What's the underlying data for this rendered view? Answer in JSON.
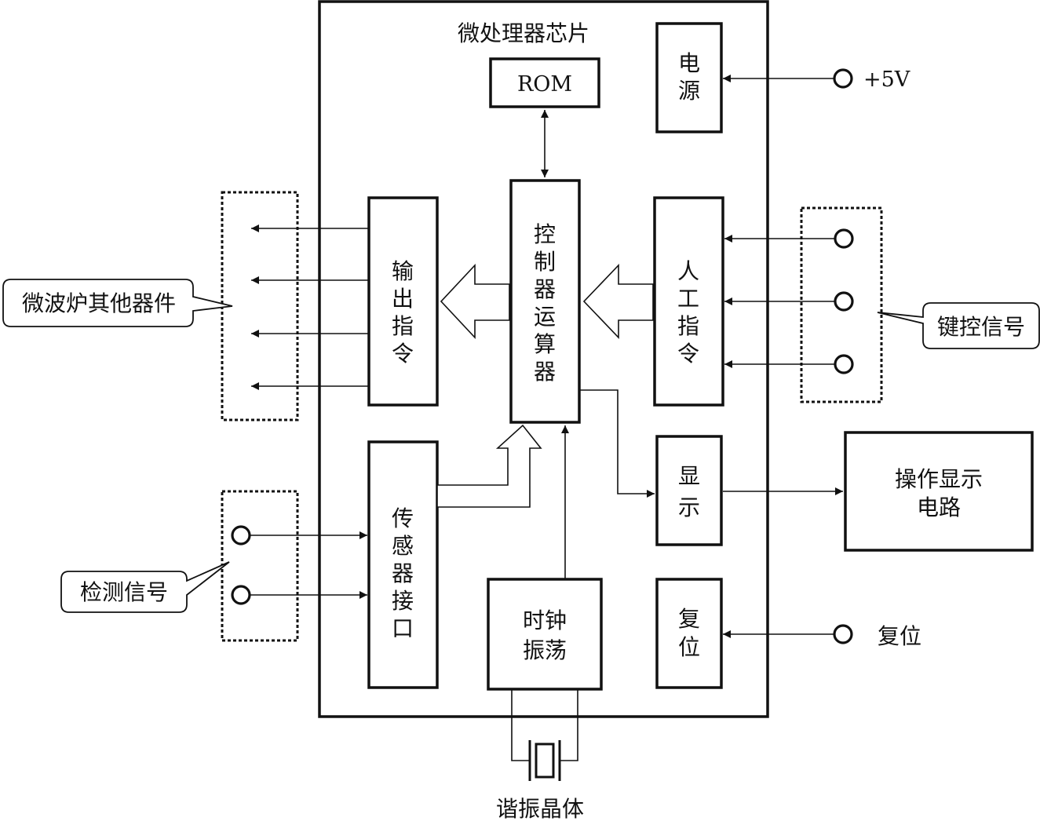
{
  "chip": {
    "title": "微处理器芯片"
  },
  "blocks": {
    "rom": "ROM",
    "power": [
      "电",
      "源"
    ],
    "controller": [
      "控",
      "制",
      "器",
      "运",
      "算",
      "器"
    ],
    "output": [
      "输",
      "出",
      "指",
      "令"
    ],
    "manual": [
      "人",
      "工",
      "指",
      "令"
    ],
    "sensor": [
      "传",
      "感",
      "器",
      "接",
      "口"
    ],
    "display": [
      "显",
      "示"
    ],
    "reset": [
      "复",
      "位"
    ],
    "clock": [
      "时钟",
      "振荡"
    ],
    "op_display": [
      "操作显示",
      "电路"
    ]
  },
  "labels": {
    "plus5v": "+5V",
    "reset_in": "复位",
    "crystal": "谐振晶体",
    "other_parts": "微波炉其他器件",
    "key_signal": "键控信号",
    "detect_signal": "检测信号"
  }
}
